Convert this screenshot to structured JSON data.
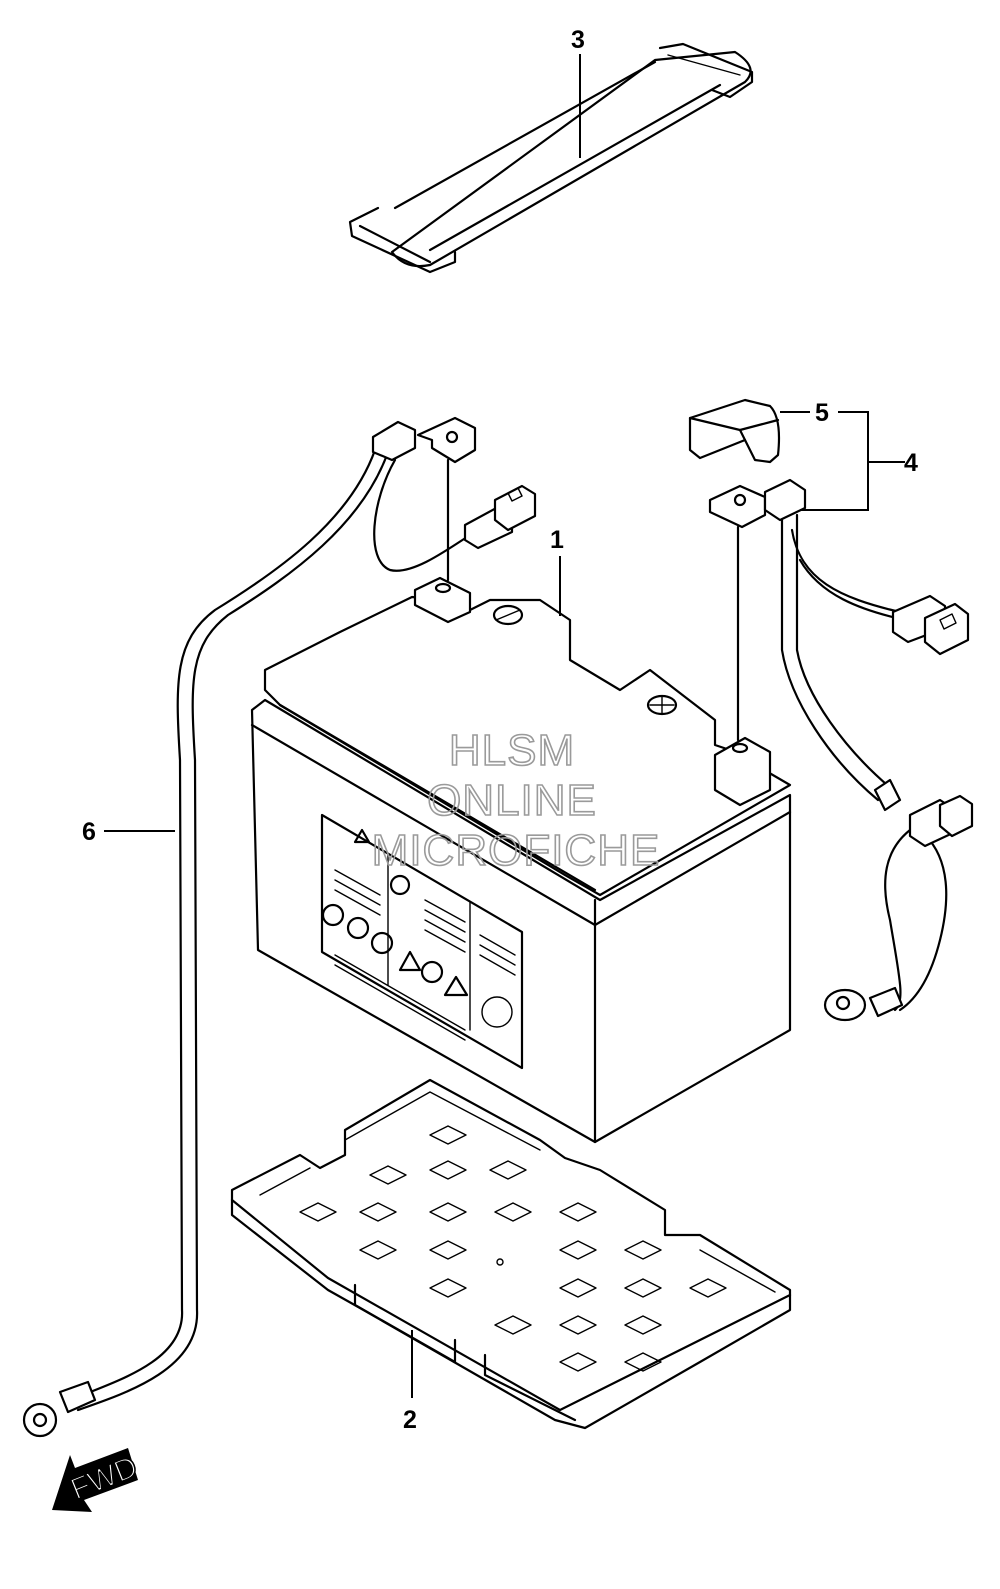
{
  "diagram": {
    "callouts": {
      "battery": "1",
      "tray": "2",
      "strap": "3",
      "positive_lead": "4",
      "terminal_cover": "5",
      "negative_lead": "6"
    },
    "watermark": {
      "line1": "HLSM",
      "line2": "ONLINE",
      "line3": "MICROFICHE"
    },
    "direction_label": "FWD"
  }
}
